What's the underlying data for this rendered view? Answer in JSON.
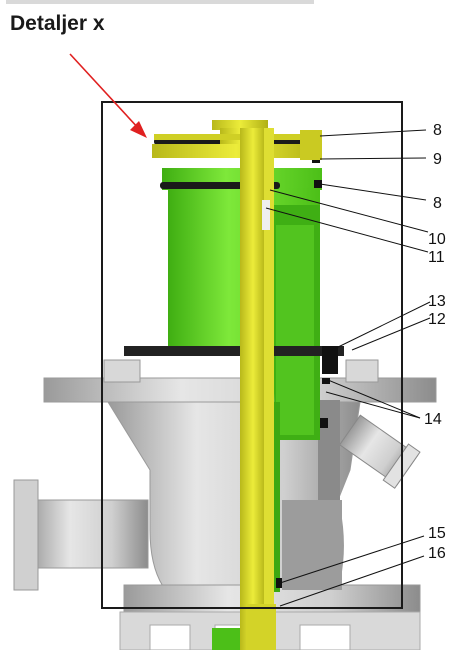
{
  "title": "Detaljer x",
  "callouts": [
    {
      "label": "8"
    },
    {
      "label": "9"
    },
    {
      "label": "8"
    },
    {
      "label": "10"
    },
    {
      "label": "11"
    },
    {
      "label": "13"
    },
    {
      "label": "12"
    },
    {
      "label": "14"
    },
    {
      "label": "15"
    },
    {
      "label": "16"
    }
  ],
  "colors": {
    "green": "#5fd11f",
    "yellow": "#d9d92a",
    "grey": "#cfcfcf",
    "arrow": "#e02020",
    "frame": "#1a1a1a"
  }
}
